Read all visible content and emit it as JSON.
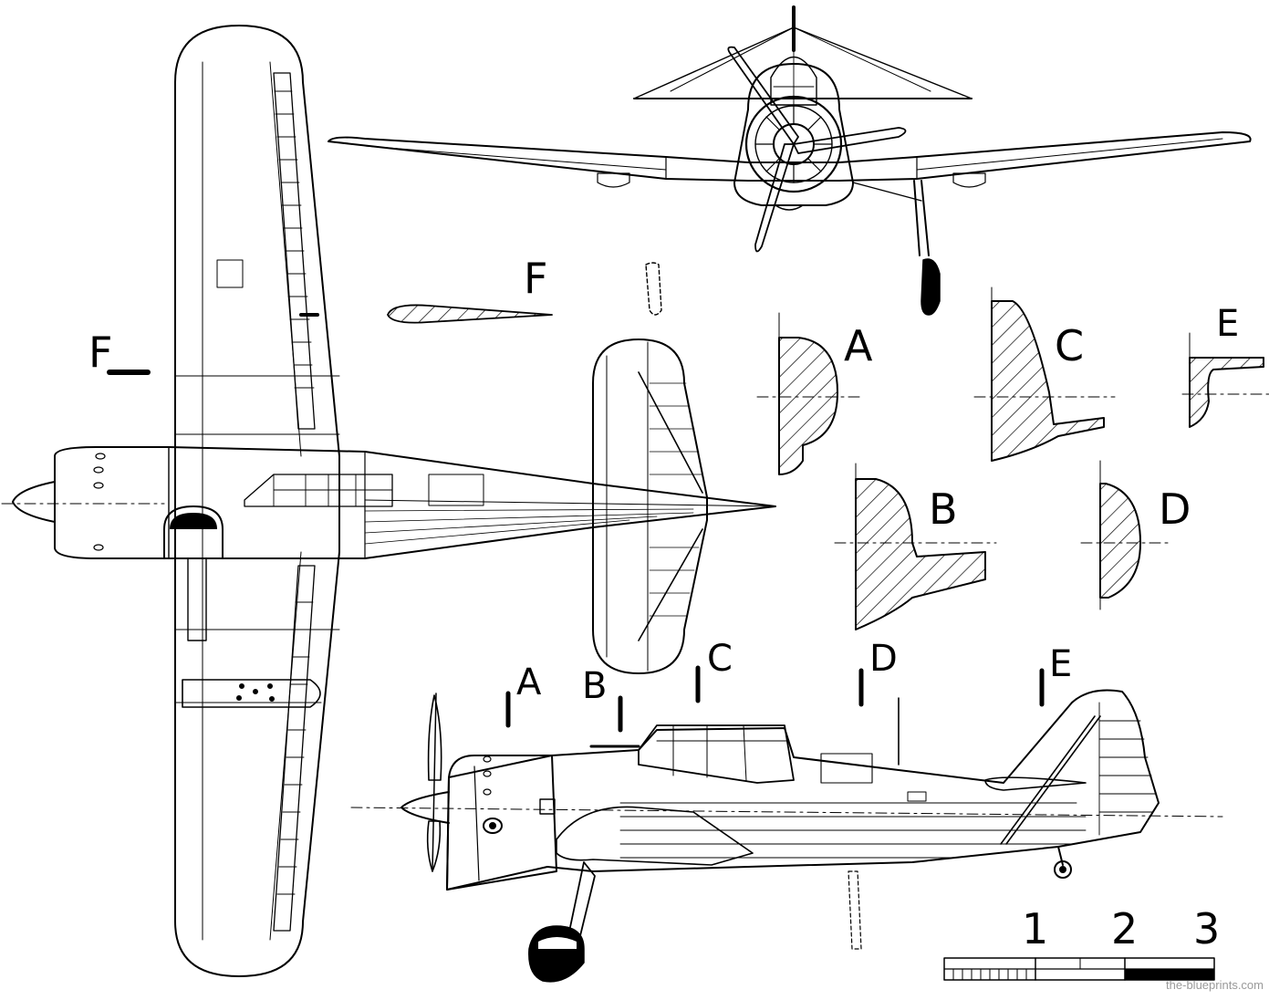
{
  "labels": {
    "airfoil": "F",
    "top_view_section": "F",
    "section_a": "A",
    "section_b": "B",
    "section_c": "C",
    "section_d": "D",
    "section_e": "E",
    "side_a": "A",
    "side_b": "B",
    "side_c": "C",
    "side_d": "D",
    "side_e": "E"
  },
  "scale": {
    "marks": [
      "1",
      "2",
      "3"
    ]
  },
  "watermark": "the-blueprints.com",
  "colors": {
    "ink": "#000000",
    "paper": "#ffffff",
    "watermark": "#9a9a9a"
  }
}
